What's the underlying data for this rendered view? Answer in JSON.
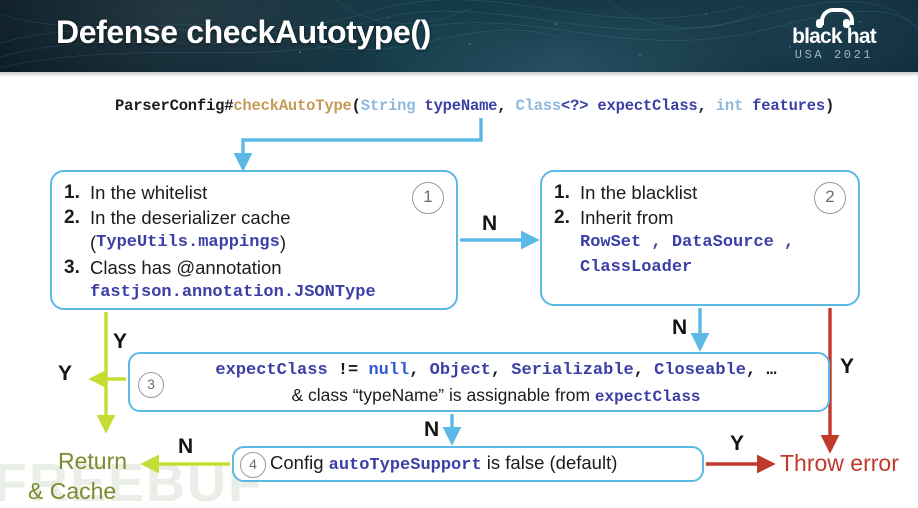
{
  "header": {
    "title": "Defense checkAutotype()",
    "logo": {
      "word": "black hat",
      "sub": "USA 2021",
      "icon": "headphones-icon"
    }
  },
  "watermark": {
    "text": "FREEBUF"
  },
  "signature": {
    "tokens": [
      {
        "text": "ParserConfig#",
        "color": "#1b1b1b"
      },
      {
        "text": "checkAutoType",
        "color": "#c49a56"
      },
      {
        "text": "(",
        "color": "#1b1b1b"
      },
      {
        "text": "String",
        "color": "#8fb8dd"
      },
      {
        "text": " typeName",
        "color": "#2a2f8f"
      },
      {
        "text": ", ",
        "color": "#1b1b1b"
      },
      {
        "text": "Class",
        "color": "#8fb8dd"
      },
      {
        "text": "<?> expectClass",
        "color": "#2a2f8f"
      },
      {
        "text": ", ",
        "color": "#1b1b1b"
      },
      {
        "text": "int",
        "color": "#8fb8dd"
      },
      {
        "text": " features",
        "color": "#2a2f8f"
      },
      {
        "text": ")",
        "color": "#1b1b1b"
      }
    ]
  },
  "boxes": {
    "box1": {
      "badge": "1",
      "items": [
        {
          "num": "1.",
          "text": "In the whitelist"
        },
        {
          "num": "2.",
          "text": "In the deserializer cache"
        },
        {
          "num": "",
          "text": "(",
          "code": "TypeUtils.mappings",
          "tail": ")"
        },
        {
          "num": "3.",
          "text": "Class has @annotation"
        },
        {
          "num": "",
          "code": "fastjson.annotation.JSONType"
        }
      ]
    },
    "box2": {
      "badge": "2",
      "items": [
        {
          "num": "1.",
          "text": "In the blacklist"
        },
        {
          "num": "2.",
          "text": "Inherit from"
        },
        {
          "num": "",
          "code": "RowSet , DataSource ,"
        },
        {
          "num": "",
          "code": "ClassLoader"
        }
      ]
    },
    "box3": {
      "badge": "3",
      "line1": [
        {
          "text": "expectClass",
          "color": "#3b3fa6"
        },
        {
          "text": " != ",
          "color": "#1c1c1c"
        },
        {
          "text": "null",
          "color": "#2f59d8"
        },
        {
          "text": ", ",
          "color": "#1c1c1c"
        },
        {
          "text": "Object",
          "color": "#3b3fa6"
        },
        {
          "text": ", ",
          "color": "#1c1c1c"
        },
        {
          "text": "Serializable",
          "color": "#3b3fa6"
        },
        {
          "text": ", ",
          "color": "#1c1c1c"
        },
        {
          "text": "Closeable",
          "color": "#3b3fa6"
        },
        {
          "text": ", …",
          "color": "#1c1c1c"
        }
      ],
      "line2_pre": "& class “typeName” is assignable from ",
      "line2_code": "expectClass"
    },
    "box4": {
      "badge": "4",
      "pre": "Config ",
      "code": "autoTypeSupport",
      "post": " is false (default)"
    }
  },
  "labels": {
    "n1": "N",
    "n2": "N",
    "n3": "N",
    "n4": "N",
    "y_left_outer": "Y",
    "y_left_inner": "Y",
    "y_right_vertical": "Y",
    "y_bottom": "Y"
  },
  "terminals": {
    "return_line1": "Return",
    "return_line2": "& Cache",
    "throw_error": "Throw error"
  },
  "colors": {
    "box_border": "#5cb9e6",
    "arrow_blue": "#5cb9e6",
    "arrow_green": "#c5dd33",
    "arrow_red": "#c0392b",
    "return_text": "#7d8a2e",
    "error_text": "#c0392b",
    "code_navy": "#3b3fa6",
    "header_bg": "#0d2733"
  }
}
